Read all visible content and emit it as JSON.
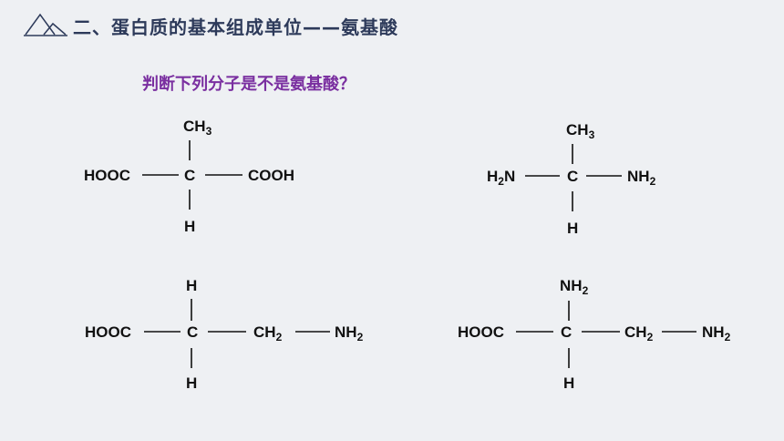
{
  "header": {
    "title": "二、蛋白质的基本组成单位——氨基酸",
    "icon": "mountain-triangle-icon",
    "color": "#2d3a5a"
  },
  "question": {
    "text": "判断下列分子是不是氨基酸？",
    "color": "#7a2fa0"
  },
  "molecules": [
    {
      "top": "CH3",
      "left": "HOOC",
      "center": "C",
      "right": "COOH",
      "bottom": "H"
    },
    {
      "top": "CH3",
      "left": "H2N",
      "center": "C",
      "right": "NH2",
      "bottom": "H"
    },
    {
      "top": "H",
      "left": "HOOC",
      "center": "C",
      "right": "CH2",
      "far_right": "NH2",
      "bottom": "H"
    },
    {
      "top": "NH2",
      "left": "HOOC",
      "center": "C",
      "right": "CH2",
      "far_right": "NH2",
      "bottom": "H"
    }
  ]
}
